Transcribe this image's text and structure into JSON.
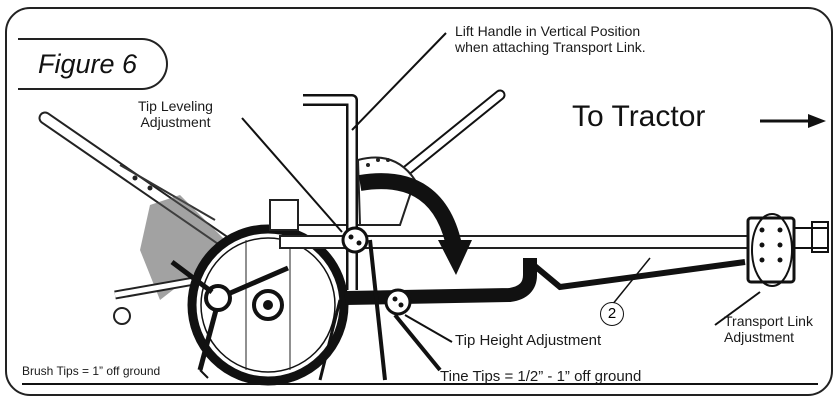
{
  "figure_label": "Figure 6",
  "direction_label": "To Tractor",
  "callouts": {
    "lift_handle_line1": "Lift Handle in Vertical Position",
    "lift_handle_line2": "when attaching Transport Link.",
    "tip_leveling_line1": "Tip Leveling",
    "tip_leveling_line2": "Adjustment",
    "tip_height": "Tip Height Adjustment",
    "transport_link_line1": "Transport Link",
    "transport_link_line2": "Adjustment",
    "part_number": "2"
  },
  "ground_notes": {
    "brush_tips": "Brush Tips = 1” off ground",
    "tine_tips": "Tine Tips = 1/2” - 1” off ground"
  },
  "colors": {
    "ink": "#1a1a1a",
    "paper": "#ffffff"
  },
  "icons": [
    "right-arrow-icon",
    "curved-arrow-icon"
  ]
}
